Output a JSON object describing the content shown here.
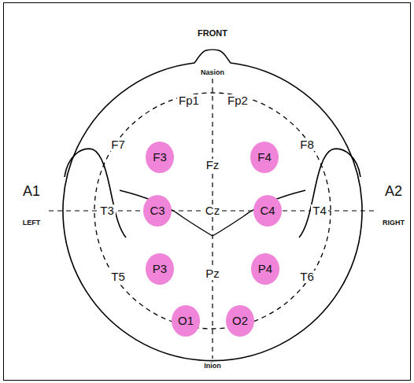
{
  "diagram": {
    "nodes": [
      {
        "text": [
          "F3"
        ]
      },
      {
        "text": [
          "F4"
        ]
      },
      {
        "text": [
          "C3"
        ]
      },
      {
        "text": [
          "C4"
        ]
      },
      {
        "text": [
          "P3"
        ]
      },
      {
        "text": [
          "P4"
        ]
      },
      {
        "text": [
          "O1"
        ]
      },
      {
        "text": [
          "O2"
        ]
      }
    ],
    "labels": [
      "FRONT",
      "Nasion",
      "Fp1",
      "Fp2",
      "F7",
      "Fz",
      "F8",
      "A1",
      "T3",
      "Cz",
      "T4",
      "A2",
      "LEFT",
      "RIGHT",
      "T5",
      "Pz",
      "T6",
      "Inion"
    ]
  }
}
